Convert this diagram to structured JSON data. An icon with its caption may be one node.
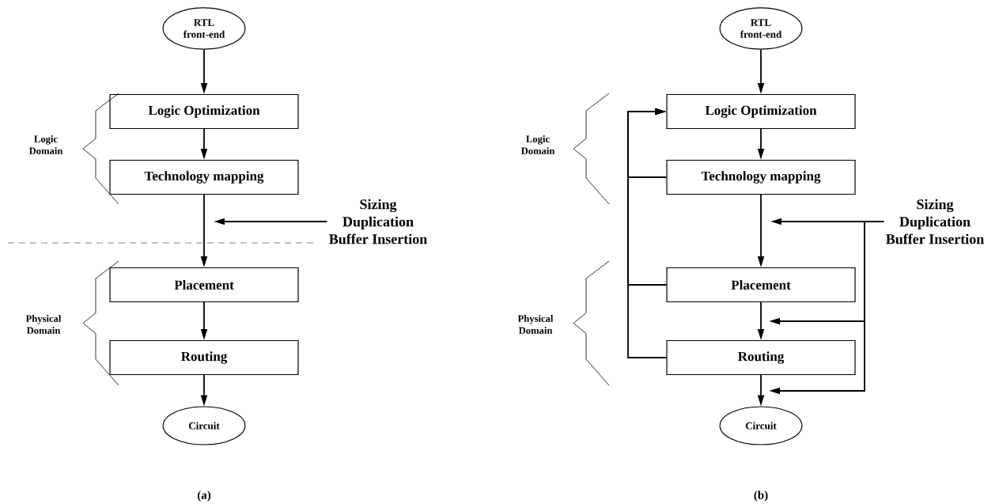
{
  "diagram": {
    "nodes": [
      {
        "text": [
          "RTL front-end"
        ]
      },
      {
        "text": [
          "Logic Optimization"
        ]
      },
      {
        "text": [
          "Technology mapping"
        ]
      },
      {
        "text": [
          "Placement"
        ]
      },
      {
        "text": [
          "Routing"
        ]
      },
      {
        "text": [
          "Circuit"
        ]
      },
      {
        "text": [
          "Sizing",
          "Duplication",
          "Buffer Insertion"
        ]
      },
      {
        "text": [
          "RTL front-end"
        ]
      },
      {
        "text": [
          "Logic Optimization"
        ]
      },
      {
        "text": [
          "Technology mapping"
        ]
      },
      {
        "text": [
          "Placement"
        ]
      },
      {
        "text": [
          "Routing"
        ]
      },
      {
        "text": [
          "Circuit"
        ]
      },
      {
        "text": [
          "Sizing",
          "Duplication",
          "Buffer Insertion"
        ]
      }
    ],
    "edges": [
      {
        "from": 0,
        "to": 1,
        "arrow": "to"
      },
      {
        "from": 1,
        "to": 2,
        "arrow": "to"
      },
      {
        "from": 2,
        "to": 3,
        "arrow": "to"
      },
      {
        "from": 3,
        "to": 4,
        "arrow": "to"
      },
      {
        "from": 4,
        "to": 5,
        "arrow": "to"
      },
      {
        "from": 6,
        "to": null,
        "arrow": "to"
      },
      {
        "from": 7,
        "to": 8,
        "arrow": "to"
      },
      {
        "from": 8,
        "to": 9,
        "arrow": "to"
      },
      {
        "from": 9,
        "to": 10,
        "arrow": "to"
      },
      {
        "from": 10,
        "to": 11,
        "arrow": "to"
      },
      {
        "from": 11,
        "to": 12,
        "arrow": "to"
      },
      {
        "from": 9,
        "to": 8,
        "arrow": "to"
      },
      {
        "from": 10,
        "to": 8,
        "arrow": "to"
      },
      {
        "from": 11,
        "to": 8,
        "arrow": "to"
      },
      {
        "from": 13,
        "to": null,
        "arrow": "to"
      },
      {
        "from": 13,
        "to": null,
        "arrow": "to"
      },
      {
        "from": 13,
        "to": null,
        "arrow": "to"
      }
    ],
    "labels": [
      "Logic Domain",
      "Physical Domain",
      "(a)",
      "Logic Domain",
      "Physical Domain",
      "(b)"
    ]
  }
}
